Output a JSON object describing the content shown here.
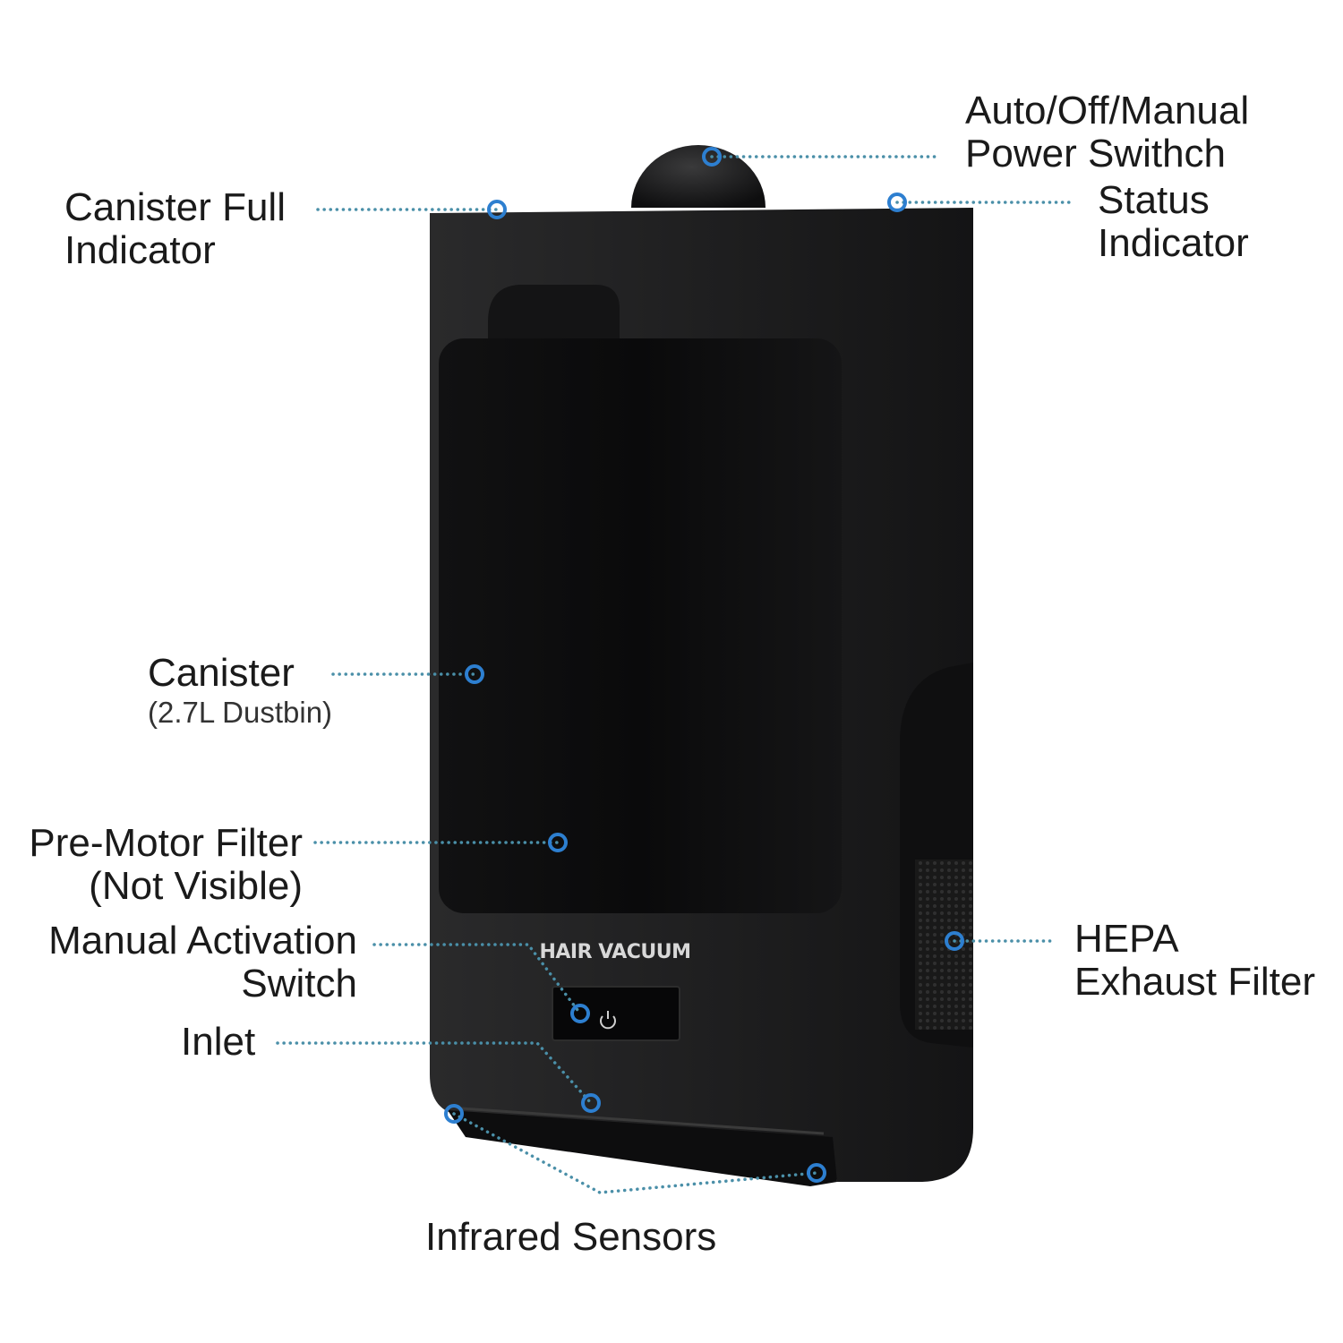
{
  "product": {
    "brand_label": "HAIR VACUUM",
    "body_color": "#1b1b1c",
    "canister_color": "#0c0c0d",
    "accent_color": "#2d7fd0",
    "leader_color": "#4a8fa8"
  },
  "callouts": {
    "canister_full": {
      "line1": "Canister Full",
      "line2": "Indicator"
    },
    "power_switch": {
      "line1": "Auto/Off/Manual",
      "line2": "Power Swithch"
    },
    "status": {
      "line1": "Status",
      "line2": "Indicator"
    },
    "canister": {
      "line1": "Canister",
      "line2": "(2.7L Dustbin)"
    },
    "pre_motor": {
      "line1": "Pre-Motor Filter",
      "line2": "(Not Visible)"
    },
    "manual_switch": {
      "line1": "Manual Activation",
      "line2": "Switch"
    },
    "inlet": {
      "line1": "Inlet"
    },
    "hepa": {
      "line1": "HEPA",
      "line2": "Exhaust Filter"
    },
    "infrared": {
      "line1": "Infrared Sensors"
    }
  },
  "icons": {
    "power": "power-icon",
    "marker": "ring-marker-icon"
  }
}
